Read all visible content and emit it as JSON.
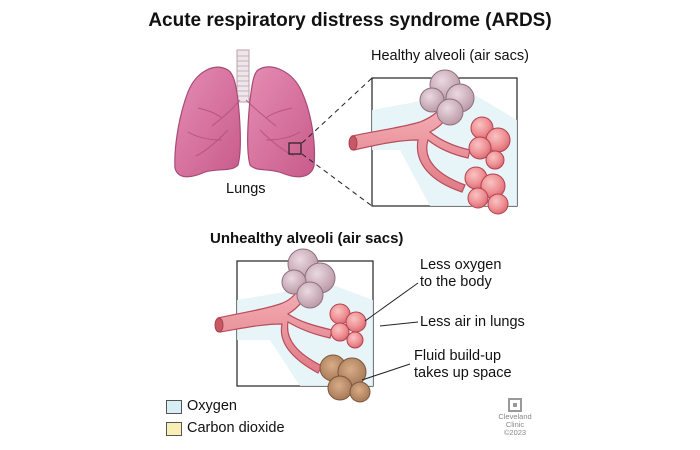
{
  "title": "Acute respiratory distress syndrome (ARDS)",
  "labels": {
    "healthy": "Healthy alveoli (air sacs)",
    "lungs": "Lungs",
    "unhealthy": "Unhealthy alveoli (air sacs)",
    "less_oxygen_1": "Less oxygen",
    "less_oxygen_2": "to the body",
    "less_air": "Less air in lungs",
    "fluid_1": "Fluid build-up",
    "fluid_2": "takes up space"
  },
  "legend": [
    {
      "label": "Oxygen",
      "color": "#d6eef4"
    },
    {
      "label": "Carbon dioxide",
      "color": "#f7efb5"
    }
  ],
  "logo": {
    "line1": "Cleveland",
    "line2": "Clinic",
    "line3": "©2023"
  },
  "colors": {
    "lung": "#d4719a",
    "alveoli_pink": "#eb8d94",
    "gray_sac": "#c7a9b4",
    "fluid": "#b98a66",
    "oxygen_bg": "#d6eef4"
  }
}
